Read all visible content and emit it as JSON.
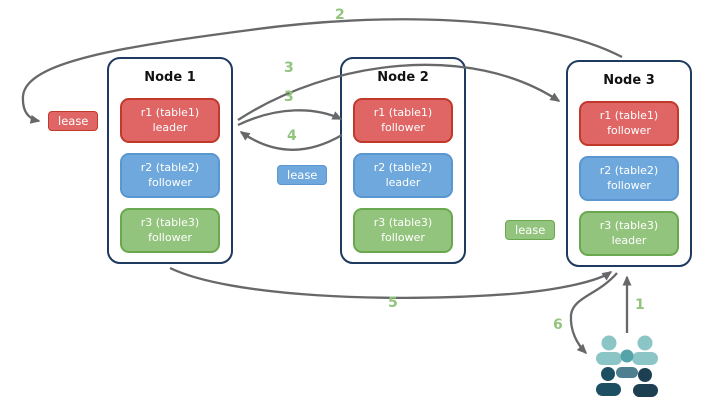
{
  "nodes": [
    {
      "title": "Node 1",
      "replicas": [
        {
          "name": "r1 (table1)",
          "role": "leader",
          "fill": "#e06666"
        },
        {
          "name": "r2 (table2)",
          "role": "follower",
          "fill": "#6fa8dc"
        },
        {
          "name": "r3 (table3)",
          "role": "follower",
          "fill": "#93c47d"
        }
      ]
    },
    {
      "title": "Node 2",
      "replicas": [
        {
          "name": "r1 (table1)",
          "role": "follower",
          "fill": "#e06666"
        },
        {
          "name": "r2 (table2)",
          "role": "leader",
          "fill": "#6fa8dc"
        },
        {
          "name": "r3 (table3)",
          "role": "follower",
          "fill": "#93c47d"
        }
      ]
    },
    {
      "title": "Node 3",
      "replicas": [
        {
          "name": "r1 (table1)",
          "role": "follower",
          "fill": "#e06666"
        },
        {
          "name": "r2 (table2)",
          "role": "follower",
          "fill": "#6fa8dc"
        },
        {
          "name": "r3 (table3)",
          "role": "leader",
          "fill": "#93c47d"
        }
      ]
    }
  ],
  "leases": [
    {
      "label": "lease",
      "fill": "#e06666",
      "border": "#c0392b"
    },
    {
      "label": "lease",
      "fill": "#6fa8dc",
      "border": "#5a96cf"
    },
    {
      "label": "lease",
      "fill": "#93c47d",
      "border": "#6aa84f"
    }
  ],
  "arrow_labels": {
    "a1": "1",
    "a2": "2",
    "a3_top": "3",
    "a3_mid": "3",
    "a4": "4",
    "a5": "5",
    "a6": "6"
  },
  "colors": {
    "arrow": "#66686a",
    "number_label": "#93c47d",
    "node_border": "#1f3a5f",
    "red_fill": "#e06666",
    "red_border": "#c0392b",
    "blue_fill": "#6fa8dc",
    "blue_border": "#5a96cf",
    "green_fill": "#93c47d",
    "green_border": "#6aa84f",
    "people_light_teal": "#8cc5c6",
    "people_mid_teal": "#54a4aa",
    "people_slate": "#4d7f90",
    "people_dark_navy_left": "#1d4f63",
    "people_dark_navy_right": "#1c3f52"
  },
  "icons": {
    "people_group": "users-group-icon"
  }
}
